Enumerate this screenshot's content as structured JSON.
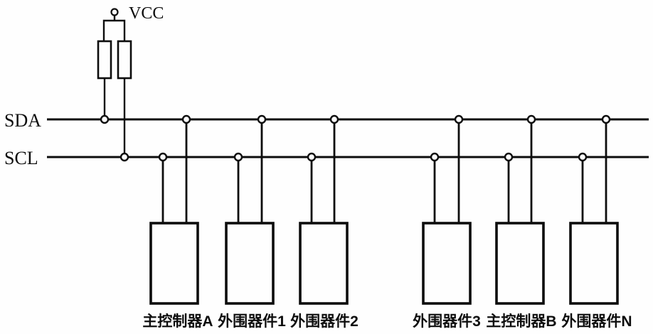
{
  "diagram_type": "i2c-bus-schematic",
  "colors": {
    "background": "#fefefe",
    "ink": "#0d0d0d"
  },
  "power": {
    "label": "VCC"
  },
  "bus": [
    {
      "id": "sda",
      "label": "SDA"
    },
    {
      "id": "scl",
      "label": "SCL"
    }
  ],
  "pullups": {
    "count": 2,
    "description": "two pull-up resistors from VCC, one to SDA and one to SCL"
  },
  "devices": [
    {
      "label": "主控制器A"
    },
    {
      "label": "外围器件1"
    },
    {
      "label": "外围器件2"
    },
    {
      "label": "外围器件3"
    },
    {
      "label": "主控制器B"
    },
    {
      "label": "外围器件N"
    }
  ]
}
